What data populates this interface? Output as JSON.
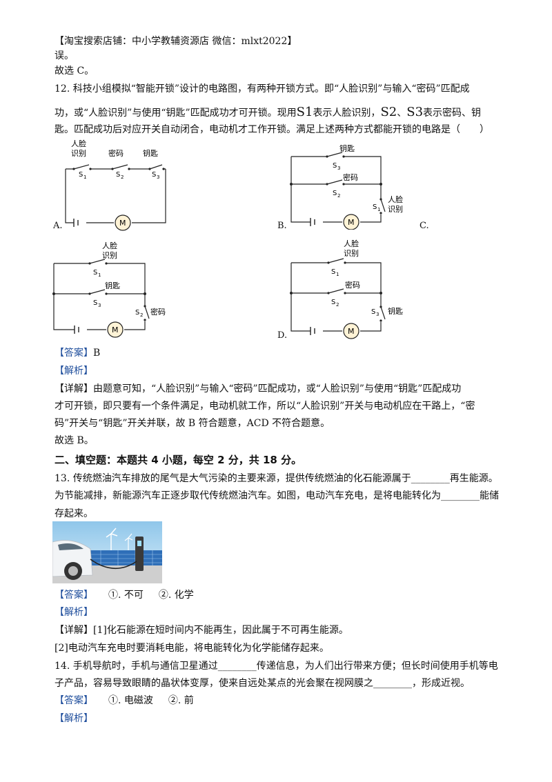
{
  "header": "【淘宝搜索店铺：中小学教辅资源店 微信：mlxt2022】",
  "prev": {
    "line1": "误。",
    "choice": "故选 C。"
  },
  "q12": {
    "line1": "12. 科技小组模拟“智能开锁”设计的电路图，有两种开锁方式。即“人脸识别”与输入“密码”匹配成",
    "line2a": "功，或“人脸识别”与使用“钥匙”匹配成功才可开锁。现用",
    "line2b": "表示人脸识别，",
    "line2c": "、",
    "line2d": "表示密码、钥",
    "line3": "匙。匹配成功后对应开关自动闭合，电动机才工作开锁。满足上述两种方式都能开锁的电路是（　　）",
    "sym_s1": "S1",
    "sym_s2": "S2",
    "sym_s3": "S3",
    "options": {
      "a": "A.",
      "b": "B.",
      "c": "C.",
      "d": "D."
    },
    "labels": {
      "face": "人脸",
      "face2": "识别",
      "pwd": "密码",
      "key": "钥匙",
      "s": "S",
      "n1": "1",
      "n2": "2",
      "n3": "3",
      "m": "M"
    },
    "answer_tag": "【答案】",
    "answer": "B",
    "analysis_tag": "【解析】",
    "detail_tag": "【详解】",
    "detail1": "由题意可知，“人脸识别”与输入“密码”匹配成功，或“人脸识别”与使用“钥匙”匹配成功",
    "detail2": "才可开锁，即只要有一个条件满足，电动机就工作，所以“人脸识别”开关与电动机应在干路上，“密",
    "detail3": "码”开关与“钥匙”开关并联，故 B 符合题意，ACD 不符合题意。",
    "choice": "故选 B。"
  },
  "section2": "二、填空题：本题共 4 小题，每空 2 分，共 18 分。",
  "q13": {
    "line1": "13. 传统燃油汽车排放的尾气是大气污染的主要来源，提供传统燃油的化石能源属于________再生能源。",
    "line2": "为节能减排，新能源汽车正逐步取代传统燃油汽车。如图，电动汽车充电，是将电能转化为________能储",
    "line3": "存起来。",
    "answer_tag": "【答案】",
    "ans1": "①. 不可",
    "ans2": "②. 化学",
    "analysis_tag": "【解析】",
    "detail_tag": "【详解】",
    "detail1": "[1]化石能源在短时间内不能再生，因此属于不可再生能源。",
    "detail2": "[2]电动汽车充电时要消耗电能，将电能转化为化学能储存起来。"
  },
  "q14": {
    "line1": "14. 手机导航时，手机与通信卫星通过________传递信息，为人们出行带来方便；但长时间使用手机等电",
    "line2": "子产品，容易导致眼睛的晶状体变厚，使来自远处某点的光会聚在视网膜之________，形成近视。",
    "answer_tag": "【答案】",
    "ans1": "①. 电磁波",
    "ans2": "②. 前",
    "analysis_tag": "【解析】"
  }
}
